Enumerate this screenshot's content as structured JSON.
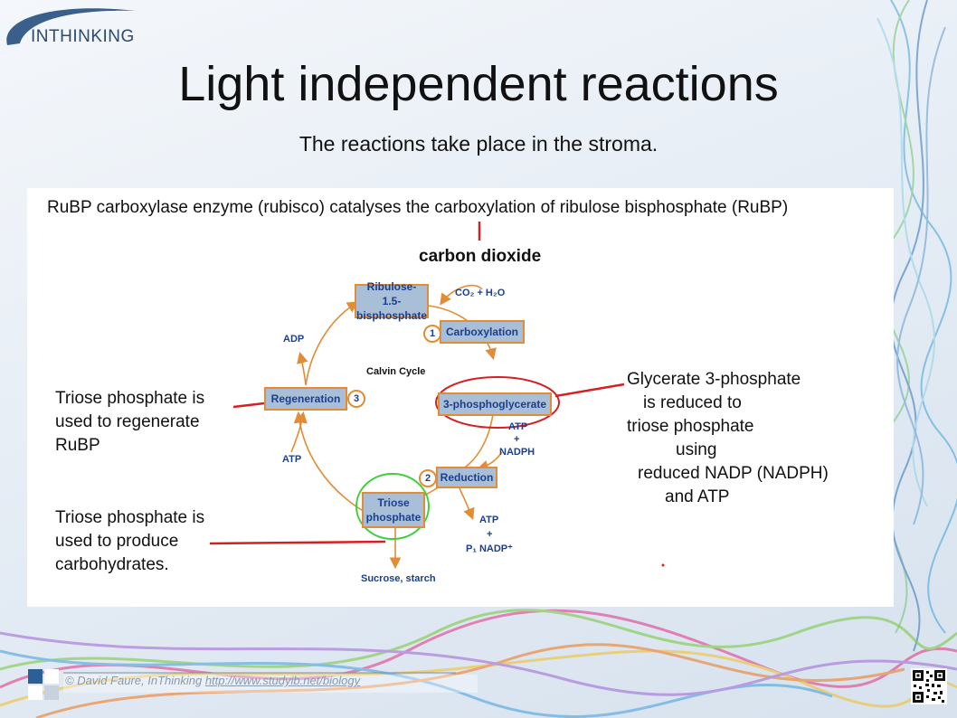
{
  "logo": {
    "text": "INTHINKING"
  },
  "title": "Light independent reactions",
  "subtitle": "The reactions take place in the stroma.",
  "headline": "RuBP carboxylase enzyme (rubisco) catalyses the carboxylation of ribulose bisphosphate (RuBP)",
  "labels": {
    "carbon_dioxide": "carbon dioxide",
    "regen_note": [
      "Triose phosphate is",
      "used to regenerate",
      "RuBP"
    ],
    "carb_note": [
      "Triose phosphate is",
      "used to produce",
      "carbohydrates."
    ],
    "reduction_note": [
      "Glycerate 3-phosphate",
      "is reduced to",
      "triose phosphate",
      "using",
      "reduced NADP (NADPH)",
      "and ATP"
    ]
  },
  "diagram": {
    "cycle_name": "Calvin Cycle",
    "boxes": {
      "rubp": [
        "Ribulose- 1.5-",
        "bisphosphate"
      ],
      "carboxylation": "Carboxylation",
      "pga": "3-phosphoglycerate",
      "reduction": "Reduction",
      "triose": [
        "Triose",
        "phosphate"
      ],
      "regeneration": "Regeneration"
    },
    "steps": {
      "one": "1",
      "two": "2",
      "three": "3"
    },
    "molecules": {
      "co2_h2o": "CO₂ + H₂O",
      "adp": "ADP",
      "atp_regen": "ATP",
      "atp_in": "ATP",
      "plus_in": "+",
      "nadph": "NADPH",
      "atp_out": "ATP",
      "plus_out": "+",
      "pi_nadp": "P₁ NADP⁺",
      "sucrose": "Sucrose, starch"
    }
  },
  "footer": {
    "credit": "© David Faure, InThinking ",
    "link": "http://www.studyib.net/biology"
  },
  "colors": {
    "box_fill": "#a9bfd8",
    "box_border": "#e38c35",
    "box_text": "#1c3f8c",
    "pointer_red": "#d42020",
    "circle_green": "#3ecf3e",
    "arrow_orange": "#e38c35"
  },
  "icons": {
    "qr": "qr-code-icon"
  }
}
